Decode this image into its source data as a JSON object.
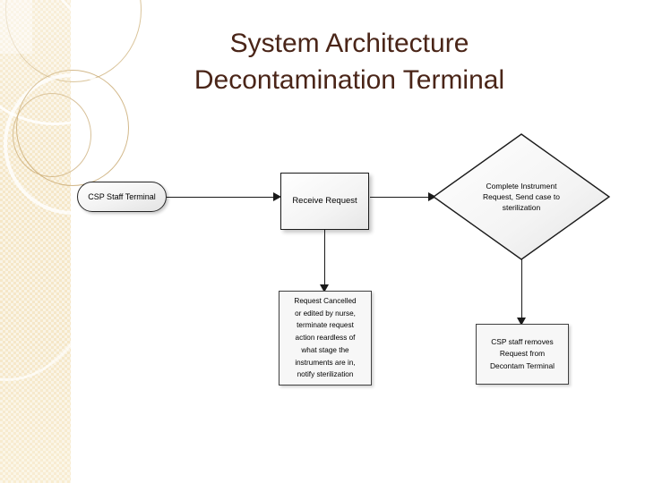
{
  "slide": {
    "title_lines": [
      "System Architecture",
      "Decontamination Terminal"
    ],
    "title_color": "#4a2518",
    "background_color": "#ffffff",
    "sidebar_color": "#f5e7c8"
  },
  "flowchart": {
    "nodes": [
      {
        "id": "csp-staff-terminal",
        "shape": "terminator",
        "label": "CSP Staff Terminal"
      },
      {
        "id": "receive-request",
        "shape": "process",
        "label": "Receive Request"
      },
      {
        "id": "complete-instrument-request",
        "shape": "decision",
        "label_lines": [
          "Complete Instrument",
          "Request, Send case to",
          "sterilization"
        ]
      },
      {
        "id": "request-cancelled",
        "shape": "process",
        "label_lines": [
          "Request Cancelled",
          "or edited by nurse,",
          "terminate request",
          "action reardless of",
          "what stage the",
          "instruments are in,",
          "notify sterilization"
        ]
      },
      {
        "id": "csp-staff-removes-request",
        "shape": "process",
        "label_lines": [
          "CSP staff removes",
          "Request from",
          "Decontam Terminal"
        ]
      }
    ],
    "connectors": [
      {
        "id": "terminal-to-receive",
        "from": "csp-staff-terminal",
        "to": "receive-request",
        "direction": "right"
      },
      {
        "id": "receive-to-decision",
        "from": "receive-request",
        "to": "complete-instrument-request",
        "direction": "right"
      },
      {
        "id": "receive-to-cancelled",
        "from": "receive-request",
        "to": "request-cancelled",
        "direction": "down"
      },
      {
        "id": "decision-to-removes",
        "from": "complete-instrument-request",
        "to": "csp-staff-removes-request",
        "direction": "down"
      }
    ]
  }
}
